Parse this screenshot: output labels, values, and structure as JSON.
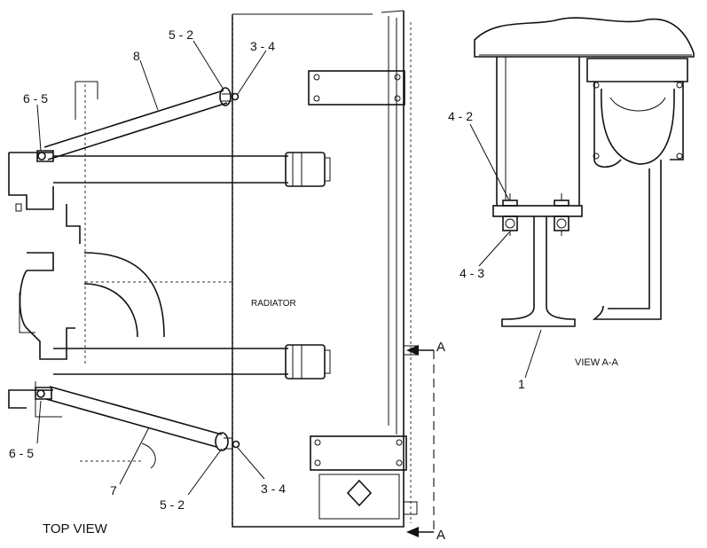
{
  "labels": {
    "callout_8": "8",
    "callout_5_2_top": "5 - 2",
    "callout_3_4_top": "3 - 4",
    "callout_6_5_top": "6 - 5",
    "callout_6_5_bottom": "6 - 5",
    "callout_7": "7",
    "callout_5_2_bottom": "5 - 2",
    "callout_3_4_bottom": "3 - 4",
    "callout_4_2": "4 - 2",
    "callout_4_3": "4 - 3",
    "callout_1": "1",
    "radiator": "RADIATOR",
    "top_view": "TOP  VIEW",
    "view_aa": "VIEW  A-A",
    "section_a_top": "A",
    "section_a_bottom": "A"
  }
}
